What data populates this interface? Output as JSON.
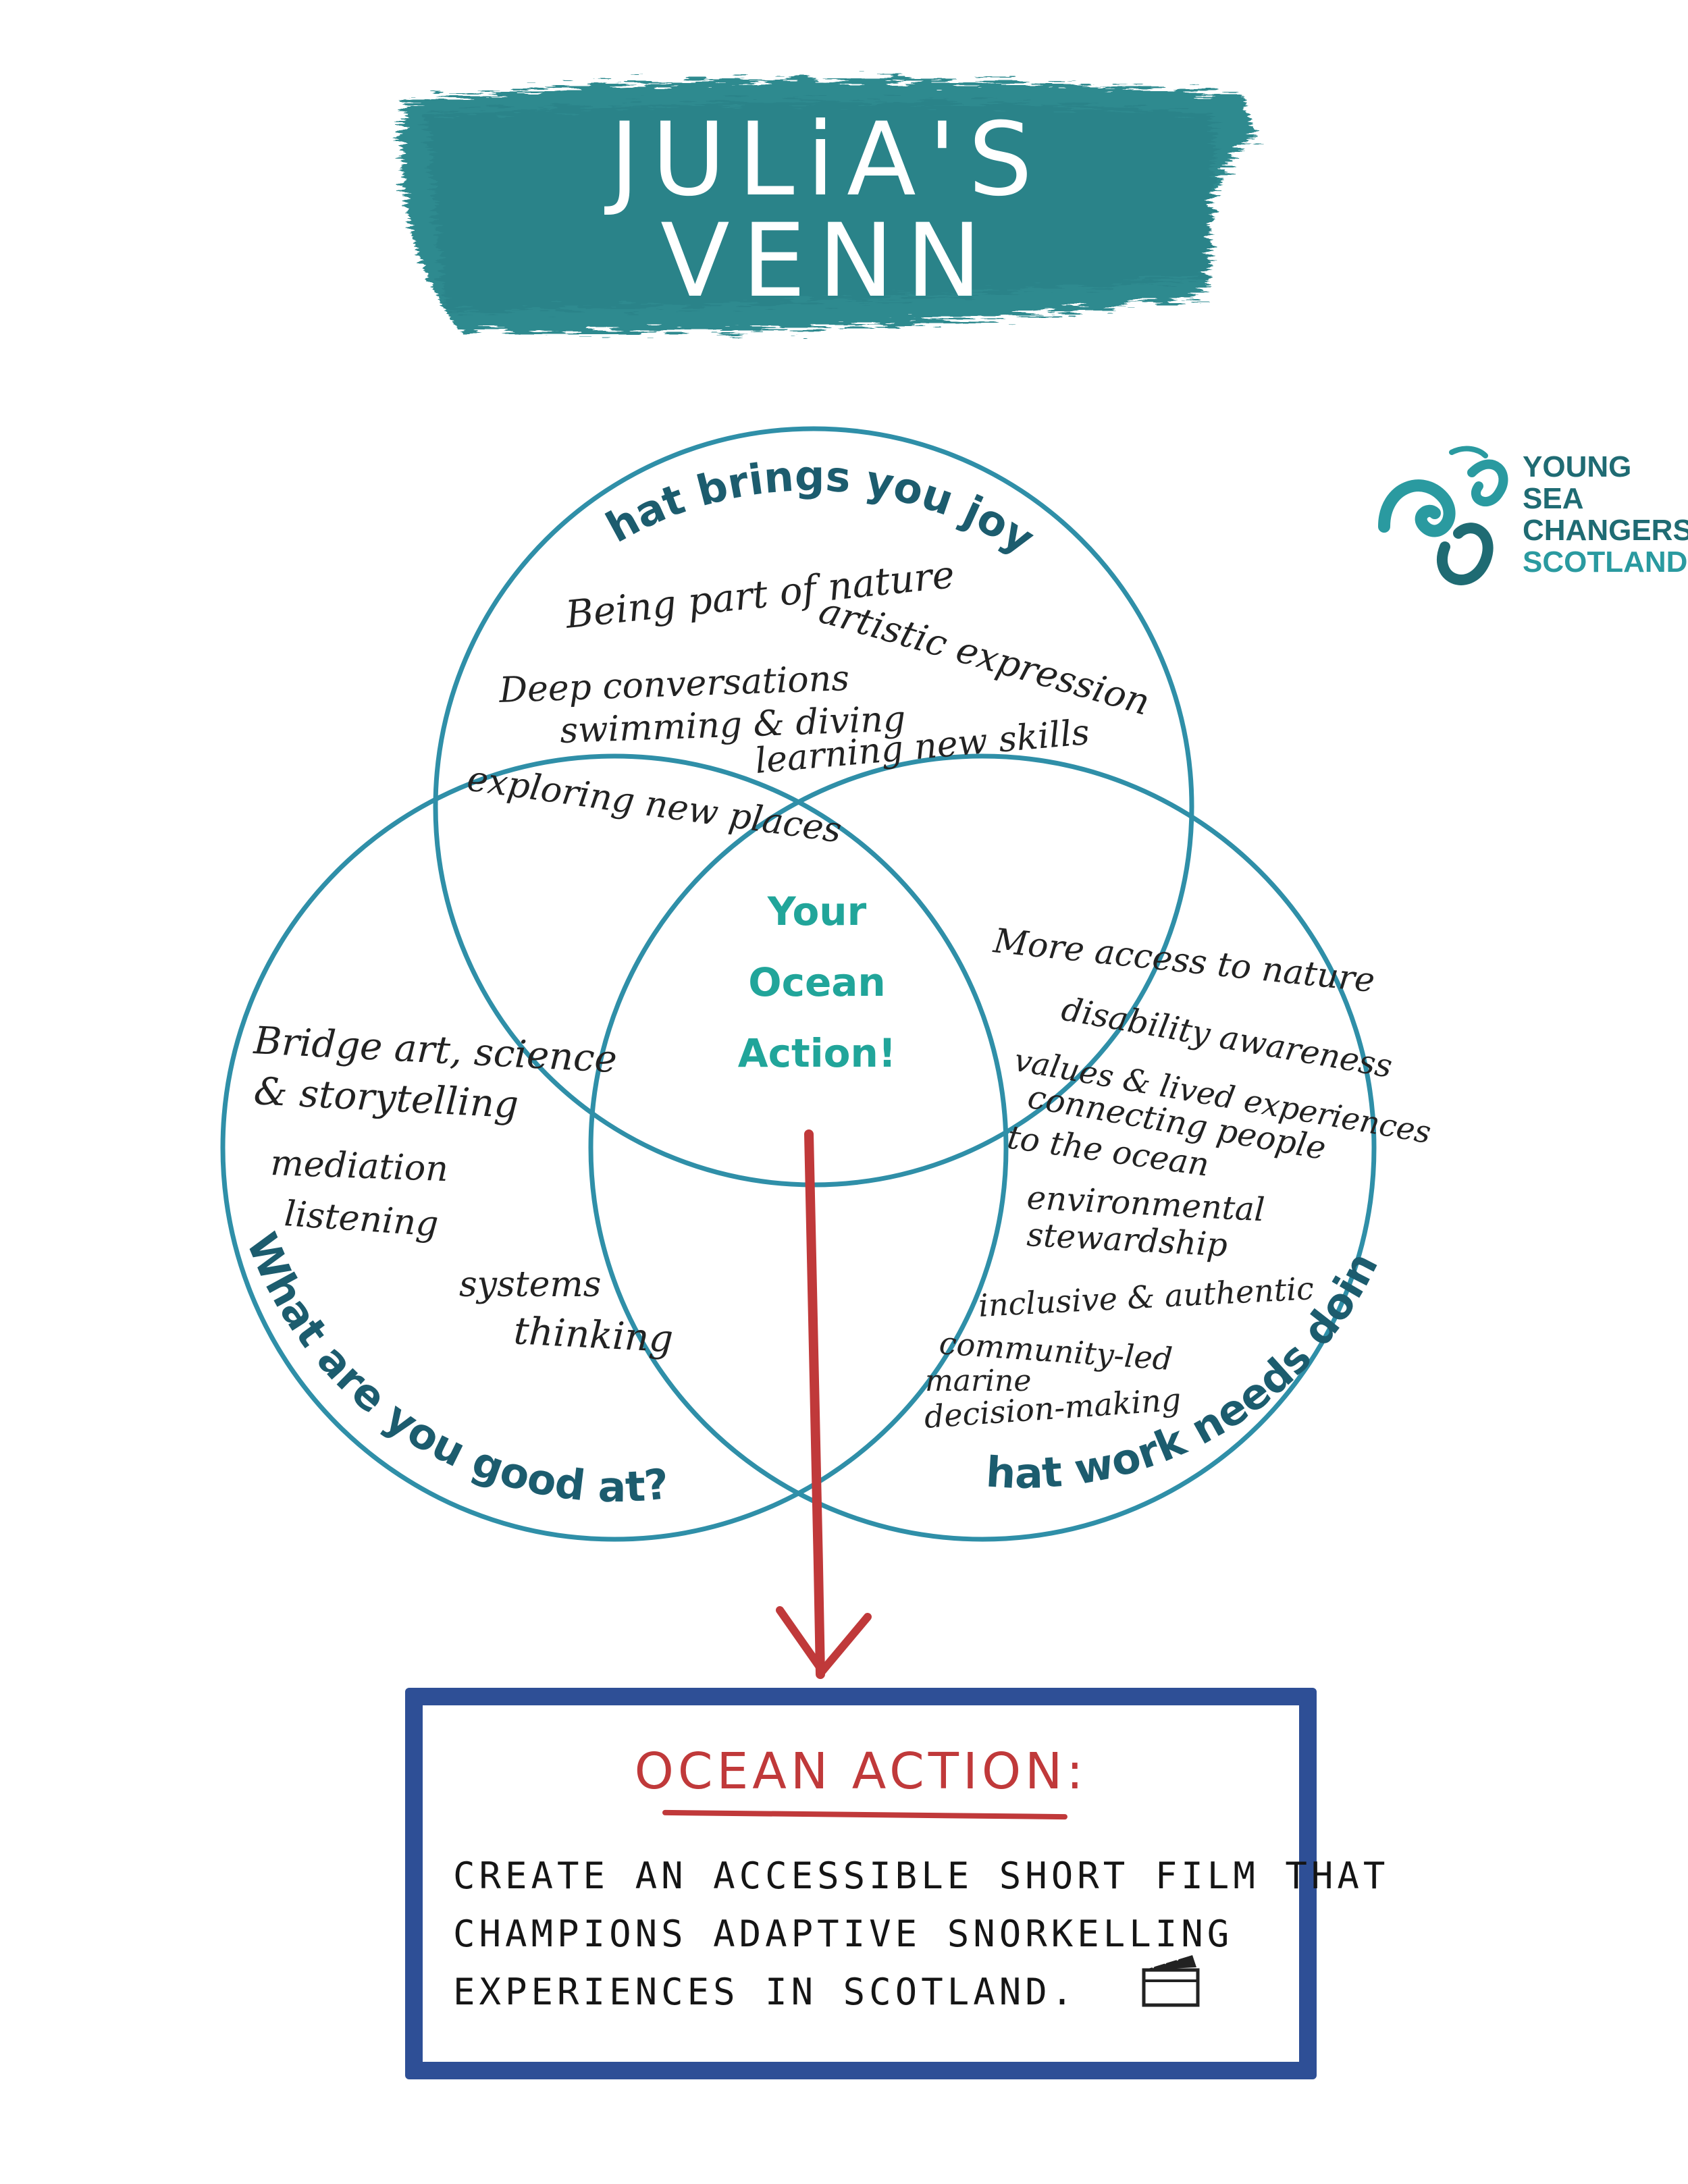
{
  "title": {
    "line1": "JULiA'S",
    "line2": "VENN"
  },
  "logo": {
    "lines": [
      "YOUNG",
      "SEA",
      "CHANGERS",
      "SCOTLAND"
    ],
    "icon": "wave-swirl-icon"
  },
  "colors": {
    "title_brush": "#2e8a8f",
    "circle_stroke": "#2f8fa8",
    "circle_label": "#1c5c6e",
    "center_label": "#21a59a",
    "arrow": "#c0393a",
    "box_border": "#2e4f96"
  },
  "venn": {
    "joy": {
      "label": "What brings you joy?",
      "items": [
        "Being part of nature",
        "artistic expression",
        "Deep conversations",
        "swimming & diving",
        "learning new skills",
        "exploring new places"
      ]
    },
    "good_at": {
      "label": "What are you good at?",
      "items": [
        "Bridge art, science",
        "& storytelling",
        "mediation",
        "listening",
        "systems",
        "thinking"
      ]
    },
    "needs": {
      "label": "What work needs doing?",
      "items": [
        "More access to nature",
        "disability awareness",
        "values & lived experiences",
        "connecting people",
        "to the ocean",
        "environmental",
        "stewardship",
        "inclusive & authentic",
        "community-led",
        "marine",
        "decision-making"
      ]
    },
    "center": {
      "line1": "Your",
      "line2": "Ocean",
      "line3": "Action!"
    }
  },
  "action": {
    "title": "OCEAN ACTION:",
    "lines": [
      "CREATE AN ACCESSIBLE SHORT FILM THAT",
      "CHAMPIONS ADAPTIVE SNORKELLING",
      "EXPERIENCES IN SCOTLAND."
    ],
    "icon": "clapperboard-icon"
  }
}
